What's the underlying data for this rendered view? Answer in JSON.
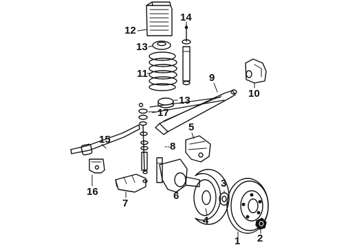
{
  "diagram": {
    "callouts": {
      "c1": "1",
      "c2": "2",
      "c3": "3",
      "c4": "4",
      "c5": "5",
      "c6": "6",
      "c7": "7",
      "c8": "8",
      "c9": "9",
      "c10": "10",
      "c11": "11",
      "c12": "12",
      "c13a": "13",
      "c13b": "13",
      "c14": "14",
      "c15": "15",
      "c16": "16",
      "c17": "17"
    },
    "colors": {
      "ink": "#111111",
      "paper": "#ffffff"
    }
  }
}
